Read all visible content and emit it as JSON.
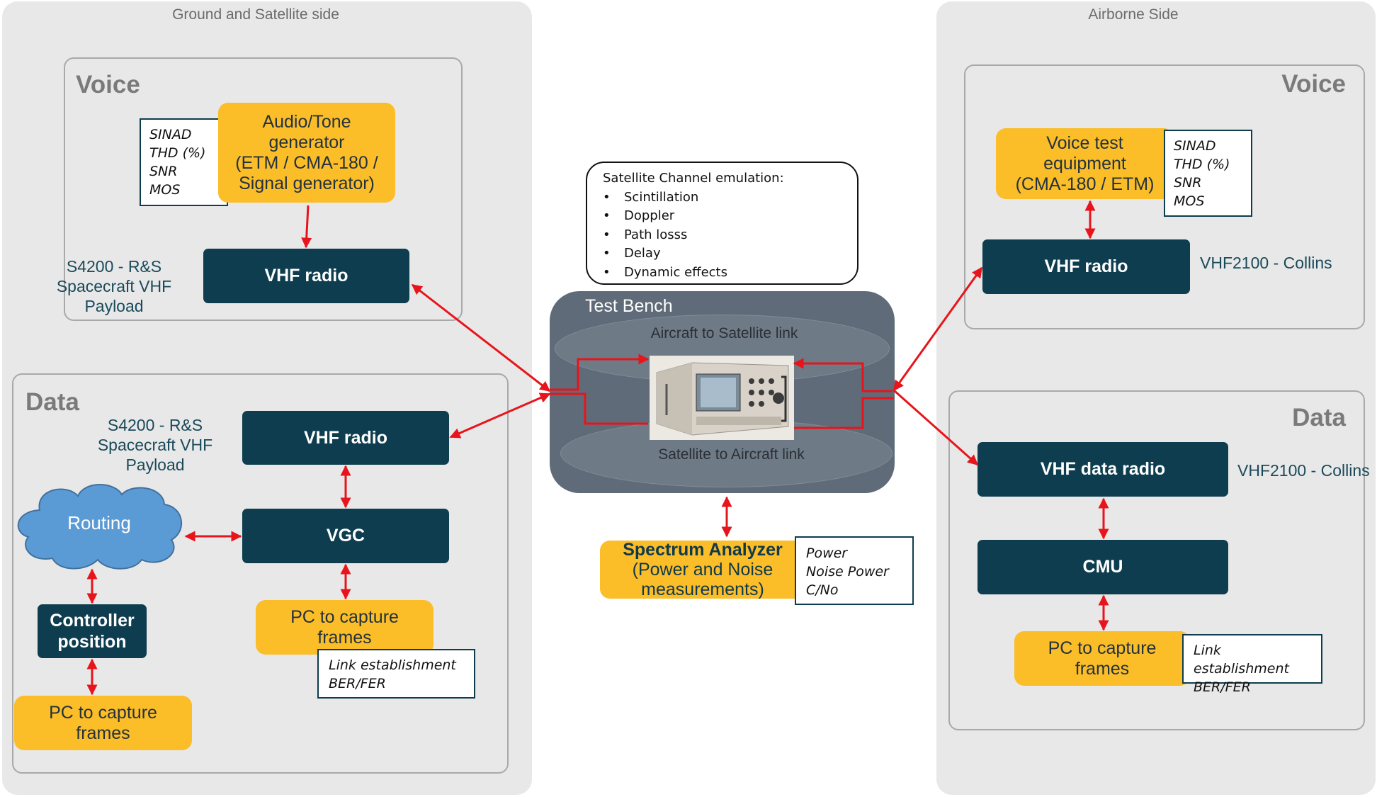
{
  "left_side": {
    "title": "Ground and Satellite side",
    "voice": {
      "title": "Voice",
      "metrics": [
        "SINAD",
        "THD (%)",
        "SNR",
        "MOS"
      ],
      "generator_lines": [
        "Audio/Tone",
        "generator",
        "(ETM / CMA-180 /",
        "Signal generator)"
      ],
      "radio_label": "VHF radio",
      "radio_caption": [
        "S4200 - R&S",
        "Spacecraft VHF Payload"
      ]
    },
    "data": {
      "title": "Data",
      "radio_caption": [
        "S4200 - R&S",
        "Spacecraft VHF Payload"
      ],
      "radio_label": "VHF radio",
      "vgc_label": "VGC",
      "routing_label": "Routing",
      "controller_lines": [
        "Controller",
        "position"
      ],
      "pc_capture_lines": [
        "PC to capture",
        "frames"
      ],
      "pc_capture_left_lines": [
        "PC to capture",
        "frames"
      ],
      "link_metrics": [
        "Link establishment",
        "BER/FER"
      ]
    }
  },
  "center": {
    "emulation_title": "Satellite Channel emulation:",
    "emulation_items": [
      "Scintillation",
      "Doppler",
      "Path losss",
      "Delay",
      "Dynamic effects"
    ],
    "test_bench_title": "Test Bench",
    "uplink_label": "Aircraft to Satellite link",
    "downlink_label": "Satellite to Aircraft link",
    "analyzer_lines": [
      "Spectrum Analyzer",
      "(Power and Noise",
      "measurements)"
    ],
    "analyzer_metrics": [
      "Power",
      "Noise Power",
      "C/No"
    ]
  },
  "right_side": {
    "title": "Airborne Side",
    "voice": {
      "title": "Voice",
      "equipment_lines": [
        "Voice test",
        "equipment",
        "(CMA-180 / ETM)"
      ],
      "metrics": [
        "SINAD",
        "THD (%)",
        "SNR",
        "MOS"
      ],
      "radio_label": "VHF radio",
      "radio_caption": "VHF2100 - Collins"
    },
    "data": {
      "title": "Data",
      "radio_label": "VHF data radio",
      "radio_caption": "VHF2100 - Collins",
      "cmu_label": "CMU",
      "pc_capture_lines": [
        "PC to capture",
        "frames"
      ],
      "link_metrics": [
        "Link establishment",
        "BER/FER"
      ]
    }
  },
  "colors": {
    "panel_bg": "#e8e8e8",
    "box_navy": "#0d3d4e",
    "box_yellow": "#fbbd28",
    "arrow_red": "#e8141b",
    "bench_gray": "#5f6b78",
    "cloud_blue": "#5b9bd5"
  }
}
